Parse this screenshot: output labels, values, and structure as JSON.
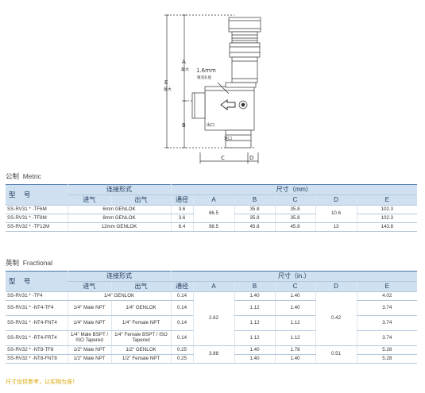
{
  "drawing": {
    "dim_a": "A",
    "dim_a_sub": "最大",
    "dim_e": "E",
    "dim_e_sub": "最大",
    "dim_b": "B",
    "dim_c": "C",
    "dim_d": "D",
    "orifice_size": "1.6mm",
    "orifice_label": "限流孔径",
    "outlet_label": "出口",
    "inlet_label": "进口"
  },
  "metric": {
    "title_cn": "公制",
    "title_en": "Metric",
    "headers": {
      "model": "型 号",
      "connection": "连接形式",
      "inlet": "进气",
      "outlet": "出气",
      "dimensions": "尺寸（mm）",
      "orifice": "通径",
      "a": "A",
      "b": "B",
      "c": "C",
      "d": "D",
      "e": "E"
    },
    "rows": [
      {
        "model": "SS-RV31 * -TF6M",
        "connection": "6mm GENLOK",
        "orifice": "3.6",
        "b": "35.8",
        "c": "35.8",
        "e": "102.3"
      },
      {
        "model": "SS-RV31 * -TF8M",
        "connection": "8mm GENLOK",
        "orifice": "3.6",
        "b": "35.8",
        "c": "35.8",
        "e": "102.3"
      },
      {
        "model": "SS-RV32 * -TF12M",
        "connection": "12mm GENLOK",
        "orifice": "6.4",
        "a": "98.5",
        "b": "45.8",
        "c": "45.8",
        "d": "13",
        "e": "143.8"
      }
    ],
    "merged": {
      "a_rows_1_2": "66.5",
      "d_rows_1_2": "10.6"
    }
  },
  "fractional": {
    "title_cn": "英制",
    "title_en": "Fractional",
    "headers": {
      "model": "型 号",
      "connection": "连接形式",
      "inlet": "进气",
      "outlet": "出气",
      "dimensions": "尺寸（in.）",
      "orifice": "通径",
      "a": "A",
      "b": "B",
      "c": "C",
      "d": "D",
      "e": "E"
    },
    "rows": [
      {
        "model": "SS-RV31 * -TF4",
        "connection": "1/4\" GENLOK",
        "orifice": "0.14",
        "b": "1.40",
        "c": "1.40",
        "e": "4.02"
      },
      {
        "model": "SS-RV31 * -NT4-TF4",
        "inlet": "1/4\" Male NPT",
        "outlet": "1/4\" GENLOK",
        "orifice": "0.14",
        "b": "1.12",
        "c": "1.40",
        "e": "3.74"
      },
      {
        "model": "SS-RV31 * -NT4-FNT4",
        "inlet": "1/4\" Male NPT",
        "outlet": "1/4\" Female NPT",
        "orifice": "0.14",
        "b": "1.12",
        "c": "1.12",
        "e": "3.74"
      },
      {
        "model": "SS-RV31 * -RT4-FRT4",
        "inlet": "1/4\" Male BSPT / ISO Tapered",
        "outlet": "1/4\" Female BSPT / ISO Tapered",
        "orifice": "0.14",
        "b": "1.12",
        "c": "1.12",
        "e": "3.74"
      },
      {
        "model": "SS-RV32 * -NT8-TF8",
        "inlet": "1/2\" Male NPT",
        "outlet": "1/2\" GENLOK",
        "orifice": "0.25",
        "b": "1.40",
        "c": "1.78",
        "e": "5.28"
      },
      {
        "model": "SS-RV32 * -NT8-FNT8",
        "inlet": "1/2\" Male NPT",
        "outlet": "1/2\" Female NPT",
        "orifice": "0.25",
        "b": "1.40",
        "c": "1.40",
        "e": "5.28"
      }
    ],
    "merged": {
      "a_rows_1_4": "2.62",
      "a_rows_5_6": "3.88",
      "d_rows_1_4": "0.42",
      "d_rows_5_6": "0.51"
    }
  },
  "note": "尺寸仅供参考，以实物为准！"
}
